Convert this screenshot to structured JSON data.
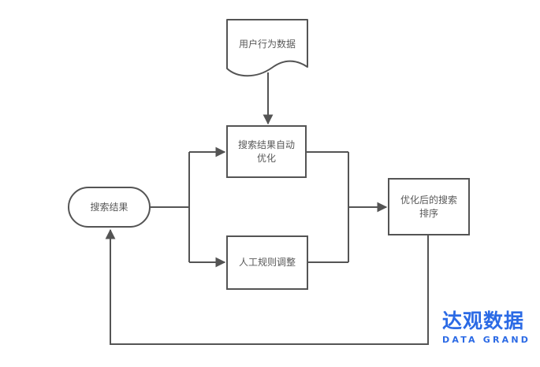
{
  "diagram": {
    "title": "search-result-optimization-flowchart",
    "colors": {
      "shape_stroke": "#545454",
      "text": "#595959",
      "background": "#ffffff"
    },
    "nodes": {
      "user_behavior_data": {
        "label": "用户行为数据",
        "shape": "document"
      },
      "auto_optimization": {
        "label": "搜索结果自动优化",
        "shape": "process"
      },
      "search_results": {
        "label": "搜索结果",
        "shape": "terminator"
      },
      "manual_rules": {
        "label": "人工规则调整",
        "shape": "process"
      },
      "optimized_ranking": {
        "label": "优化后的搜索排序",
        "shape": "process"
      }
    },
    "edges": [
      {
        "from": "user_behavior_data",
        "to": "auto_optimization"
      },
      {
        "from": "search_results",
        "to": "auto_optimization"
      },
      {
        "from": "search_results",
        "to": "manual_rules"
      },
      {
        "from": "auto_optimization",
        "to": "optimized_ranking"
      },
      {
        "from": "manual_rules",
        "to": "optimized_ranking"
      },
      {
        "from": "optimized_ranking",
        "to": "search_results"
      }
    ]
  },
  "logo": {
    "name_cn": "达观数据",
    "name_en": "DATA GRAND",
    "color": "#2B6AE5"
  }
}
